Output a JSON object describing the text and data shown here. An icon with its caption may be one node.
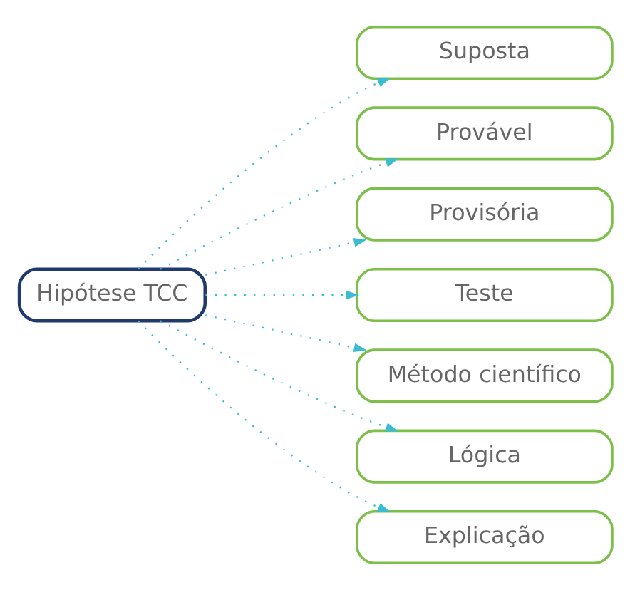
{
  "diagram": {
    "nodes": [
      {
        "text": [
          "Hipótese TCC"
        ]
      },
      {
        "text": [
          "Suposta"
        ]
      },
      {
        "text": [
          "Provável"
        ]
      },
      {
        "text": [
          "Provisória"
        ]
      },
      {
        "text": [
          "Teste"
        ]
      },
      {
        "text": [
          "Método científico"
        ]
      },
      {
        "text": [
          "Lógica"
        ]
      },
      {
        "text": [
          "Explicação"
        ]
      }
    ],
    "edges": [
      {
        "from": 0,
        "to": 1,
        "arrow": "to",
        "style": "dashed"
      },
      {
        "from": 0,
        "to": 2,
        "arrow": "to",
        "style": "dashed"
      },
      {
        "from": 0,
        "to": 3,
        "arrow": "to",
        "style": "dashed"
      },
      {
        "from": 0,
        "to": 4,
        "arrow": "to",
        "style": "dashed"
      },
      {
        "from": 0,
        "to": 5,
        "arrow": "to",
        "style": "dashed"
      },
      {
        "from": 0,
        "to": 6,
        "arrow": "to",
        "style": "dashed"
      },
      {
        "from": 0,
        "to": 7,
        "arrow": "to",
        "style": "dashed"
      }
    ]
  }
}
